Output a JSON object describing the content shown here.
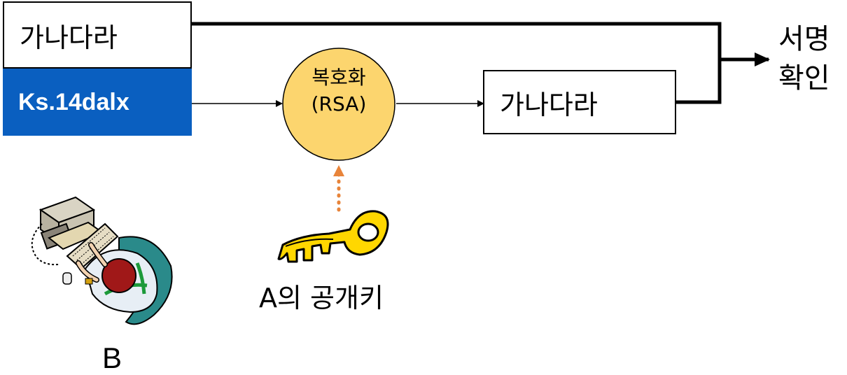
{
  "message": {
    "plaintext": "가나다라",
    "signature": "Ks.14dalx"
  },
  "decrypt_node": {
    "line1": "복호화",
    "line2": "(RSA)"
  },
  "output_box": {
    "text": "가나다라"
  },
  "verify": {
    "line1": "서명",
    "line2": "확인"
  },
  "key": {
    "label": "A의 공개키",
    "icon": "key-icon"
  },
  "person": {
    "label": "B",
    "icon": "person-at-computer-icon"
  },
  "colors": {
    "signature_bg": "#0a5fc0",
    "node_fill": "#fcd56e",
    "key_arrow": "#e8843a",
    "key_gold": "#ffd700"
  }
}
